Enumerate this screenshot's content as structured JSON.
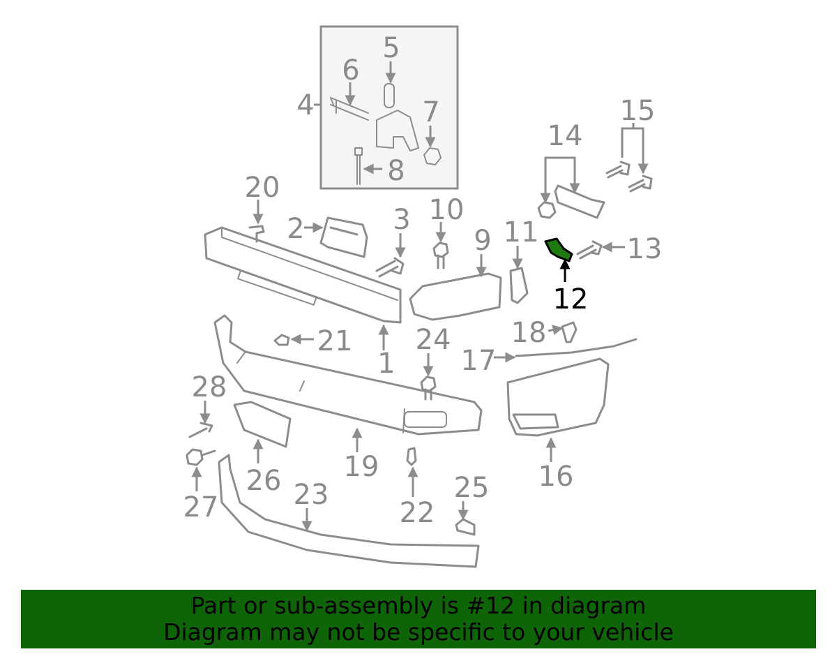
{
  "diagram": {
    "highlight_color": "#0f6408",
    "highlighted_part": "12",
    "callouts": [
      "1",
      "2",
      "3",
      "4",
      "5",
      "6",
      "7",
      "8",
      "9",
      "10",
      "11",
      "12",
      "13",
      "14",
      "15",
      "16",
      "17",
      "18",
      "19",
      "20",
      "21",
      "22",
      "23",
      "24",
      "25",
      "26",
      "27",
      "28"
    ]
  },
  "banner": {
    "line1": "Part or sub-assembly is #12 in diagram",
    "line2": "Diagram may not be specific to your vehicle",
    "background": "#0f6408"
  }
}
